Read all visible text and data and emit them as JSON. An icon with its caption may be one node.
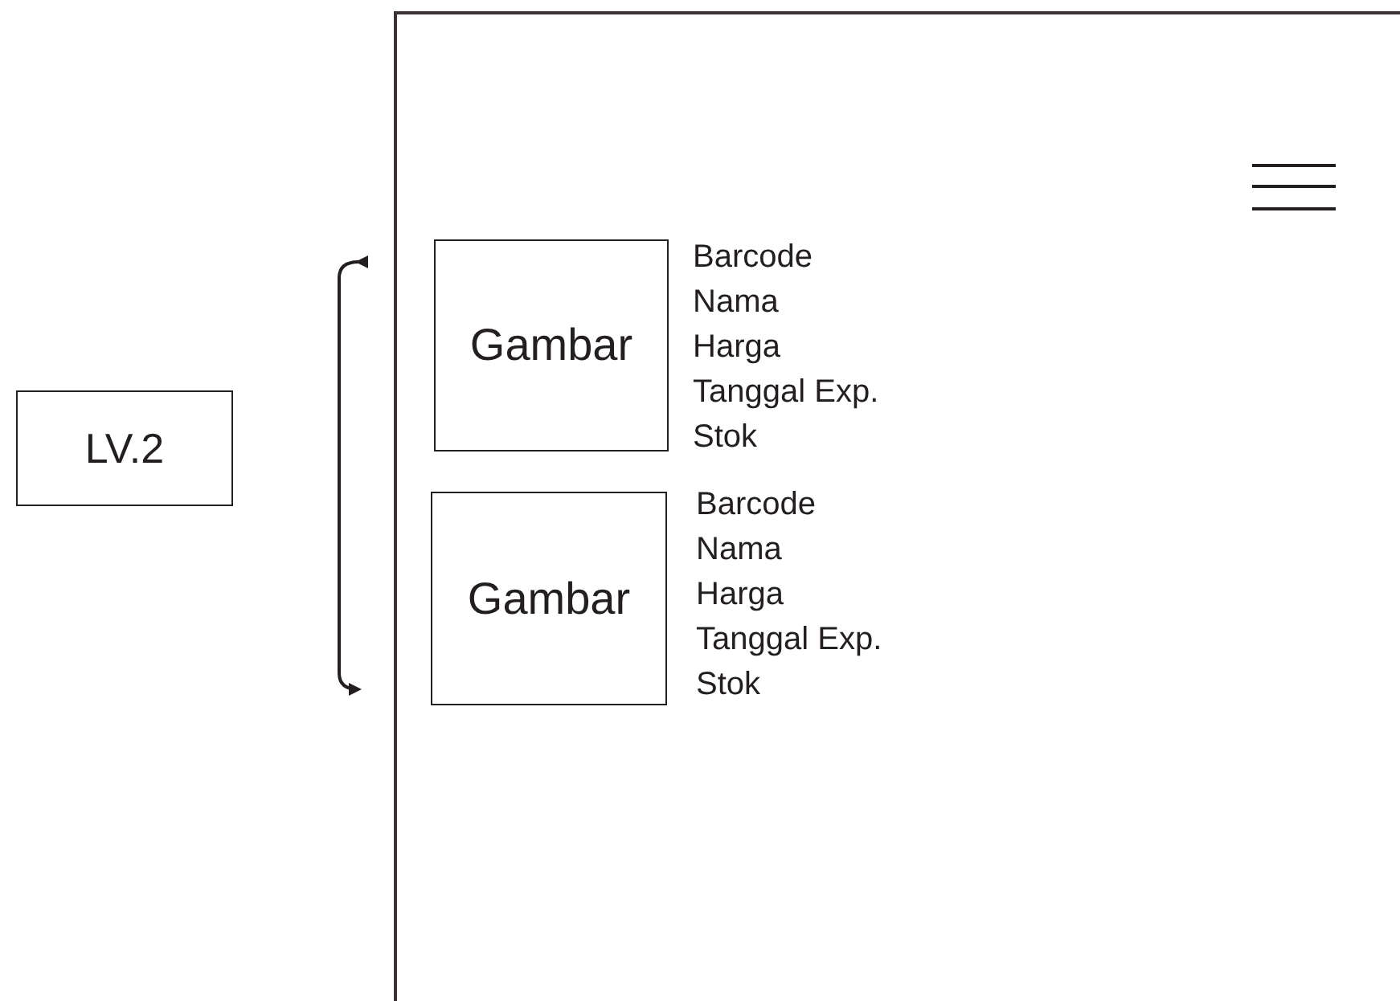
{
  "diagram": {
    "nodes": [
      {
        "text": [
          "LV.2"
        ]
      },
      {
        "text": [
          "Gambar"
        ],
        "beside": [
          "Barcode",
          "Nama",
          "Harga",
          "Tanggal Exp.",
          "Stok"
        ]
      },
      {
        "text": [
          "Gambar"
        ],
        "beside": [
          "Barcode",
          "Nama",
          "Harga",
          "Tanggal Exp.",
          "Stok"
        ]
      }
    ]
  }
}
